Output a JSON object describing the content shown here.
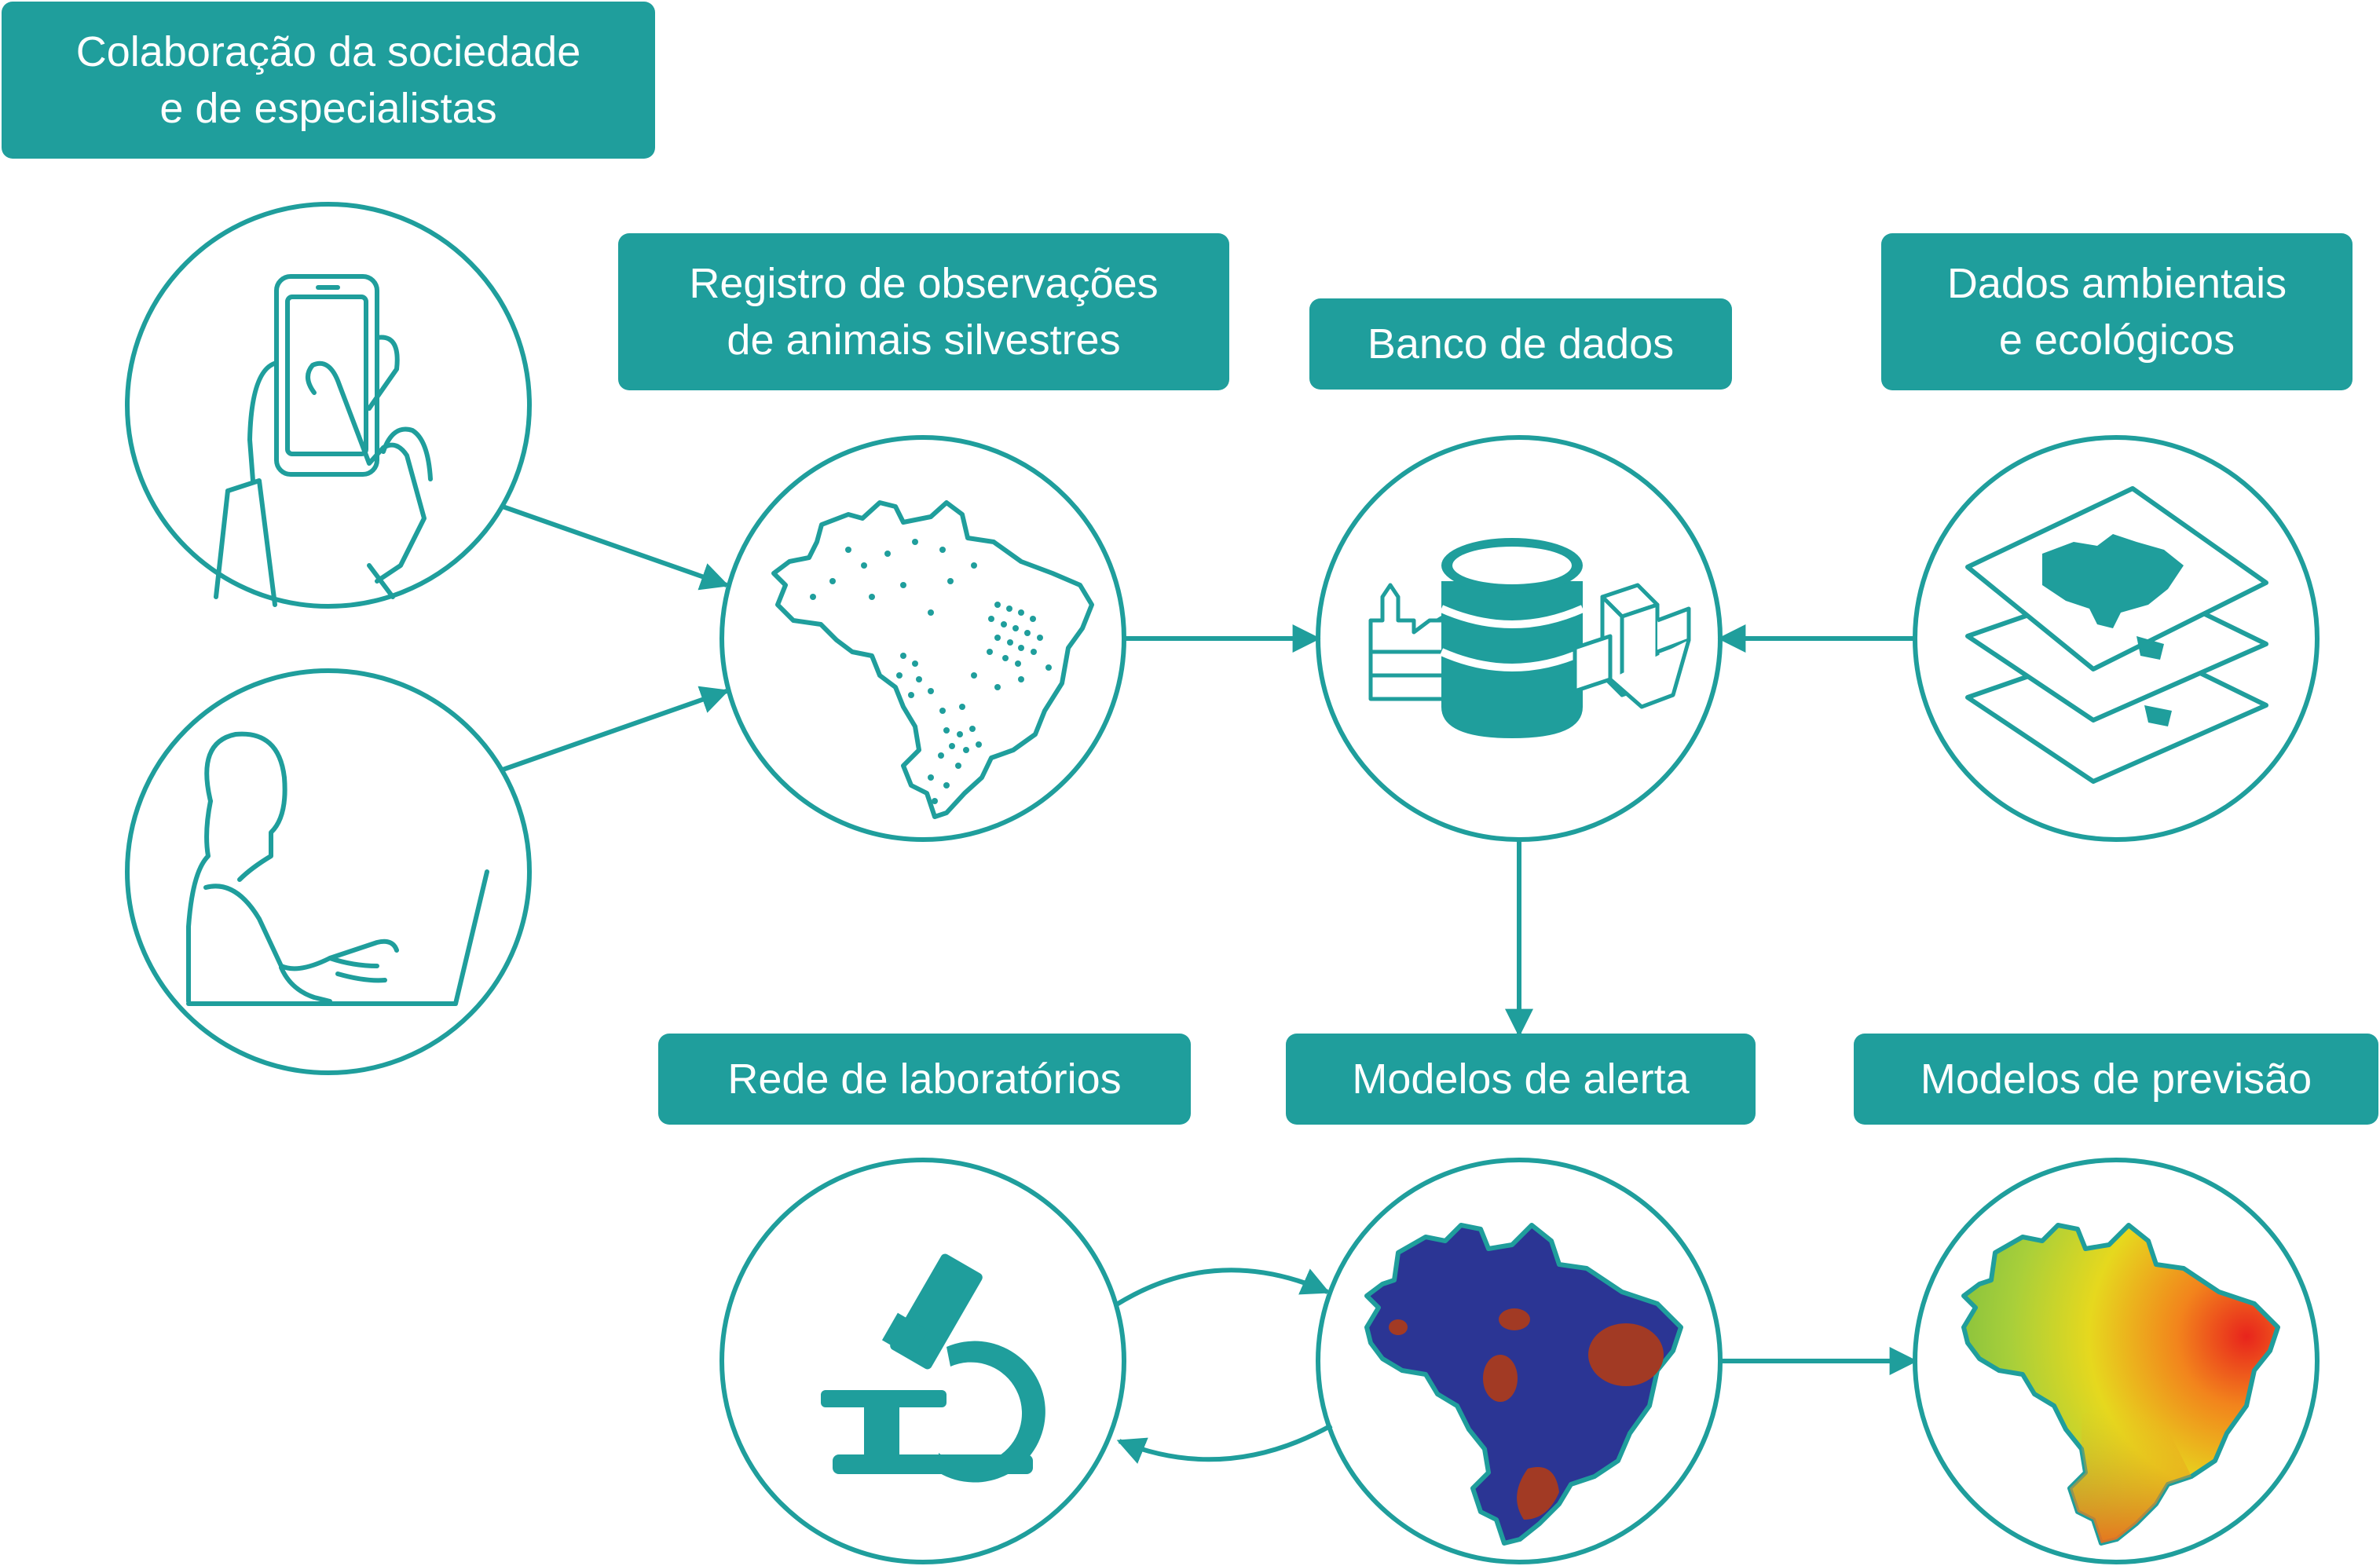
{
  "colors": {
    "teal": "#1f9e9c",
    "map_blue": "#2b3594",
    "map_red": "#a23a24",
    "background": "#ffffff"
  },
  "labels": {
    "colaboracao": [
      "Colaboração da sociedade",
      "e de especialistas"
    ],
    "registro": [
      "Registro de observações",
      "de animais silvestres"
    ],
    "banco": [
      "Banco de dados"
    ],
    "dados": [
      "Dados ambientais",
      "e ecológicos"
    ],
    "rede": [
      "Rede de laboratórios"
    ],
    "alerta": [
      "Modelos de alerta"
    ],
    "previsao": [
      "Modelos de previsão"
    ]
  },
  "icons": {
    "smartphone": "smartphone-hand-icon",
    "laptop": "person-laptop-icon",
    "occurrence_map": "brazil-occurrence-map-icon",
    "database": "database-icon",
    "layers": "map-layers-icon",
    "microscope": "microscope-icon",
    "alert_map": "brazil-alert-map-icon",
    "forecast_map": "brazil-forecast-heatmap-icon"
  }
}
